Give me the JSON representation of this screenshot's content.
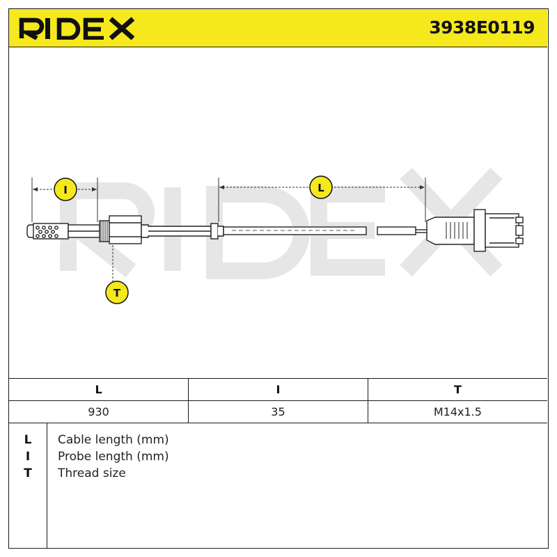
{
  "header": {
    "brand": "RIDEX",
    "part_number": "3938E0119"
  },
  "drawing": {
    "watermark": "RIDEX",
    "callouts": {
      "probe": "I",
      "cable": "L",
      "thread": "T"
    }
  },
  "table": {
    "columns": [
      "L",
      "I",
      "T"
    ],
    "values": [
      "930",
      "35",
      "M14x1.5"
    ]
  },
  "legend": [
    {
      "key": "L",
      "description": "Cable length (mm)"
    },
    {
      "key": "I",
      "description": "Probe length (mm)"
    },
    {
      "key": "T",
      "description": "Thread size"
    }
  ],
  "colors": {
    "header_bg": "#f5e81c",
    "ink": "#1a1a1a",
    "watermark": "#e6e6e6"
  }
}
